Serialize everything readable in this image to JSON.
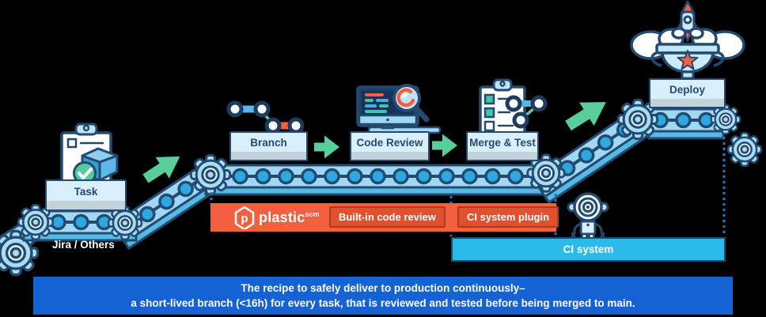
{
  "stages": {
    "task": {
      "label": "Task"
    },
    "branch": {
      "label": "Branch"
    },
    "code_review": {
      "label": "Code Review"
    },
    "merge_test": {
      "label": "Merge & Test"
    },
    "deploy": {
      "label": "Deploy"
    }
  },
  "annotations": {
    "source_label": "Jira / Others"
  },
  "plastic_banner": {
    "brand": "plastic",
    "brand_suffix": "scm",
    "chips": [
      {
        "label": "Built-in code review"
      },
      {
        "label": "CI system plugin"
      }
    ]
  },
  "ci_bar": {
    "label": "CI system"
  },
  "footer": {
    "line1": "The recipe to safely deliver to production continuously–",
    "line2": "a short-lived branch (<16h) for every task, that is reviewed and tested before being merged to main."
  },
  "colors": {
    "outline_navy": "#254A6F",
    "belt_blue": "#9ED8F4",
    "chain_dot_blue": "#2BA9E0",
    "gear_blue": "#A9DCF5",
    "arrow_green": "#57CE9B",
    "banner_orange": "#F2603F",
    "chip_orange": "#E1502F",
    "ci_cyan": "#2BB9EA",
    "footer_blue": "#1562D4",
    "box_fill": "#D9F0FC"
  },
  "icons": [
    "task-clipboard-icon",
    "package-icon",
    "check-icon",
    "branch-graph-icon",
    "code-review-monitor-icon",
    "magnifier-icon",
    "merge-checklist-icon",
    "rocket-icon",
    "clouds-icon",
    "trophy-icon",
    "robot-icon",
    "gear-icon",
    "conveyor-belt",
    "plastic-logo-icon"
  ]
}
